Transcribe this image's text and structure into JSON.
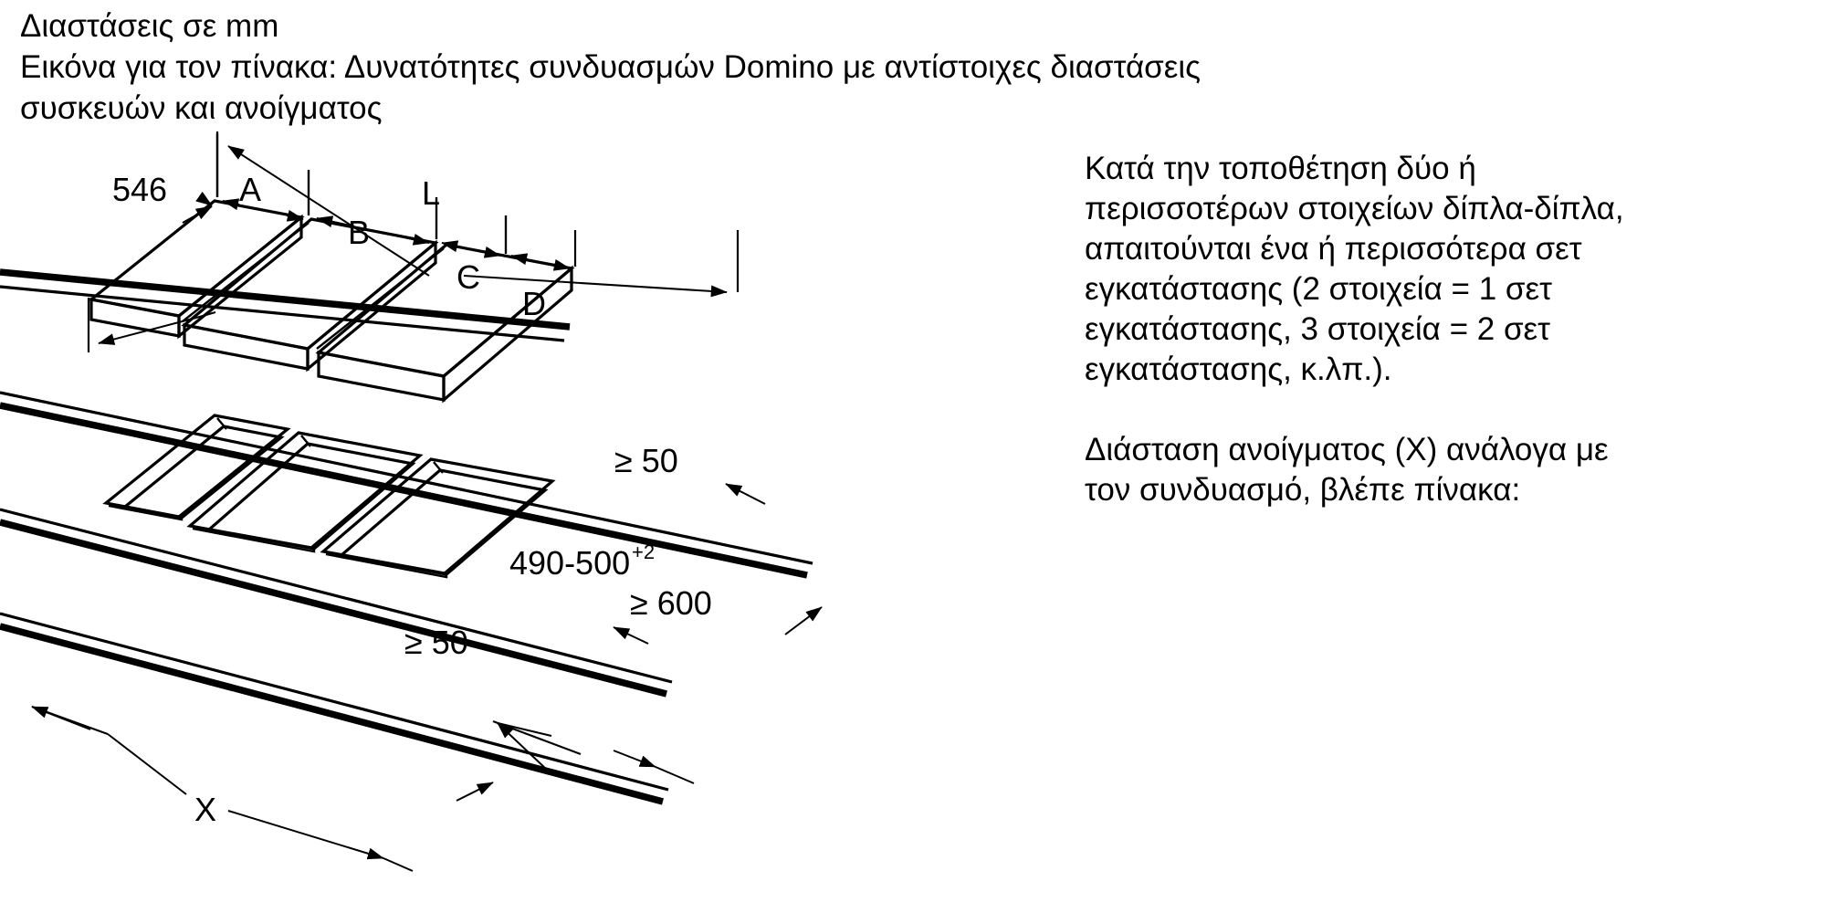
{
  "header": {
    "lines": [
      "Διαστάσεις σε mm",
      "Εικόνα για τον πίνακα: Δυνατότητες συνδυασμών Domino με αντίστοιχες διαστάσεις",
      "συσκευών και ανοίγματος"
    ]
  },
  "side_notes": {
    "paragraph1": [
      "Κατά την τοποθέτηση δύο ή",
      "περισσοτέρων στοιχείων δίπλα-δίπλα,",
      "απαιτούνται ένα ή περισσότερα σετ",
      "εγκατάστασης (2 στοιχεία = 1 σετ",
      "εγκατάστασης, 3 στοιχεία = 2 σετ",
      "εγκατάστασης, κ.λπ.)."
    ],
    "paragraph2": [
      "Διάσταση ανοίγματος (Χ) ανάλογα με",
      "τον συνδυασμό, βλέπε πίνακα:"
    ]
  },
  "diagram": {
    "title": "domino-hob-installation-isometric",
    "dimensions": {
      "depth_546": "546",
      "gap_A": "A",
      "panel_B": "B",
      "gap_C": "C",
      "panel_D": "D",
      "total_L": "L",
      "cutout_X": "X",
      "cutout_depth": "490-500",
      "cutout_depth_tolerance": "+2",
      "clearance_side": "≥ 50",
      "clearance_front": "≥ 50",
      "clearance_rear": "≥ 600"
    }
  },
  "colors": {
    "ink": "#000000",
    "paper": "#ffffff"
  }
}
